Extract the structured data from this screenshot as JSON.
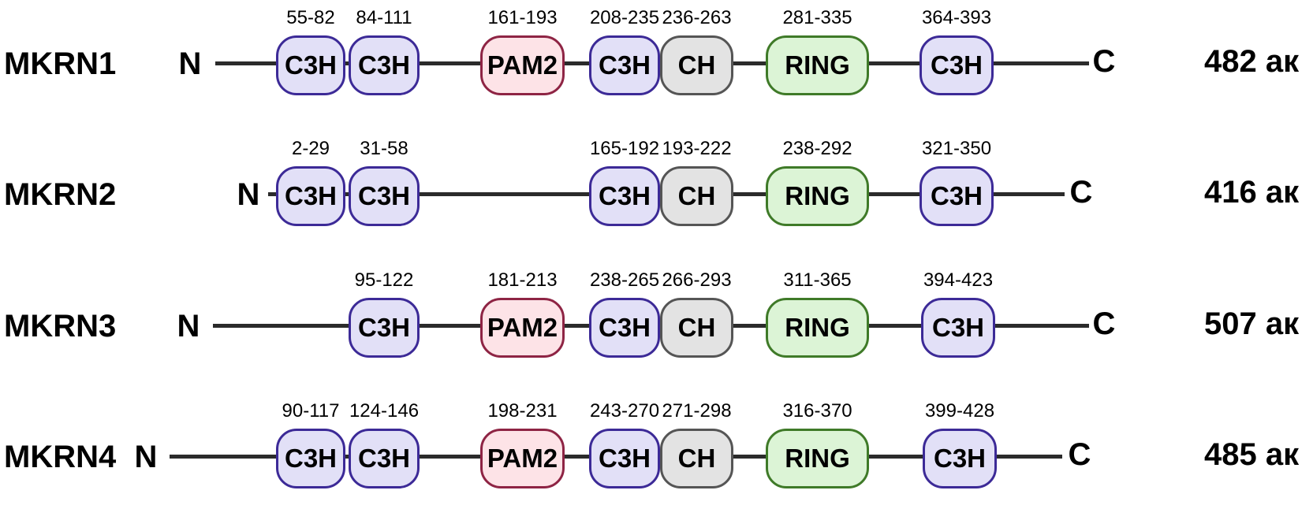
{
  "proteins": [
    {
      "name": "MKRN1",
      "n_label": "N",
      "c_label": "C",
      "length": "482 ак",
      "domains": [
        {
          "type": "C3H",
          "range": "55-82"
        },
        {
          "type": "C3H",
          "range": "84-111"
        },
        {
          "type": "PAM2",
          "range": "161-193"
        },
        {
          "type": "C3H",
          "range": "208-235"
        },
        {
          "type": "CH",
          "range": "236-263"
        },
        {
          "type": "RING",
          "range": "281-335"
        },
        {
          "type": "C3H",
          "range": "364-393"
        }
      ]
    },
    {
      "name": "MKRN2",
      "n_label": "N",
      "c_label": "C",
      "length": "416 ак",
      "domains": [
        {
          "type": "C3H",
          "range": "2-29"
        },
        {
          "type": "C3H",
          "range": "31-58"
        },
        {
          "type": "C3H",
          "range": "165-192"
        },
        {
          "type": "CH",
          "range": "193-222"
        },
        {
          "type": "RING",
          "range": "238-292"
        },
        {
          "type": "C3H",
          "range": "321-350"
        }
      ]
    },
    {
      "name": "MKRN3",
      "n_label": "N",
      "c_label": "C",
      "length": "507 ак",
      "domains": [
        {
          "type": "C3H",
          "range": "95-122"
        },
        {
          "type": "PAM2",
          "range": "181-213"
        },
        {
          "type": "C3H",
          "range": "238-265"
        },
        {
          "type": "CH",
          "range": "266-293"
        },
        {
          "type": "RING",
          "range": "311-365"
        },
        {
          "type": "C3H",
          "range": "394-423"
        }
      ]
    },
    {
      "name": "MKRN4",
      "n_label": "N",
      "c_label": "C",
      "length": "485 ак",
      "domains": [
        {
          "type": "C3H",
          "range": "90-117"
        },
        {
          "type": "C3H",
          "range": "124-146"
        },
        {
          "type": "PAM2",
          "range": "198-231"
        },
        {
          "type": "C3H",
          "range": "243-270"
        },
        {
          "type": "CH",
          "range": "271-298"
        },
        {
          "type": "RING",
          "range": "316-370"
        },
        {
          "type": "C3H",
          "range": "399-428"
        }
      ]
    }
  ]
}
